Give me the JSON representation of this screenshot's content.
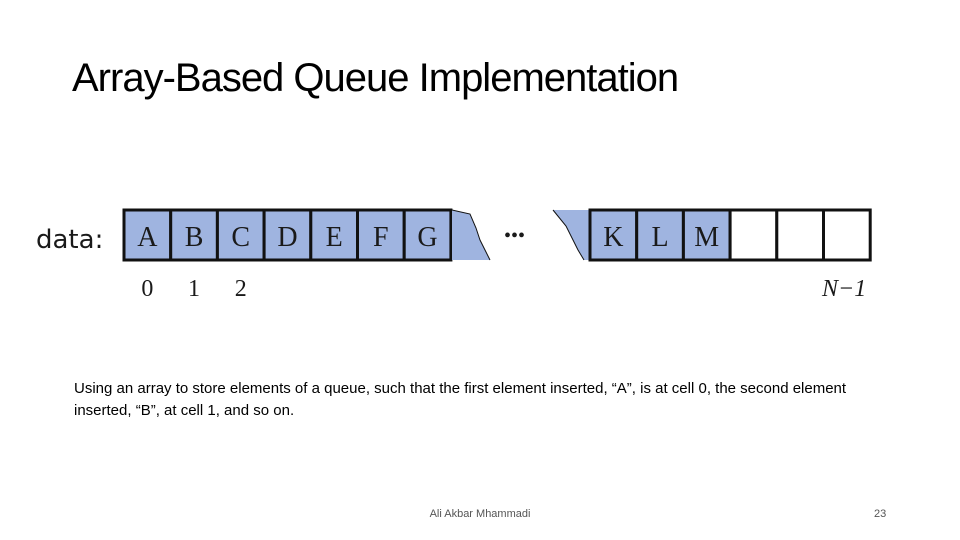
{
  "slide": {
    "title": "Array-Based Queue Implementation",
    "caption": "Using an array to store elements of a queue, such that the first element inserted, “A”, is at cell 0, the second element inserted, “B”, at cell 1, and so on.",
    "author": "Ali Akbar Mhammadi",
    "page_number": "23"
  },
  "diagram": {
    "array_label": "data:",
    "left_cells": [
      "A",
      "B",
      "C",
      "D",
      "E",
      "F",
      "G"
    ],
    "ellipsis": "•••",
    "right_cells": [
      "K",
      "L",
      "M",
      "",
      "",
      ""
    ],
    "indices_left": [
      "0",
      "1",
      "2"
    ],
    "index_last": "N−1",
    "filled_color": "#9fb4e0",
    "empty_color": "#ffffff",
    "border_color": "#111111"
  }
}
